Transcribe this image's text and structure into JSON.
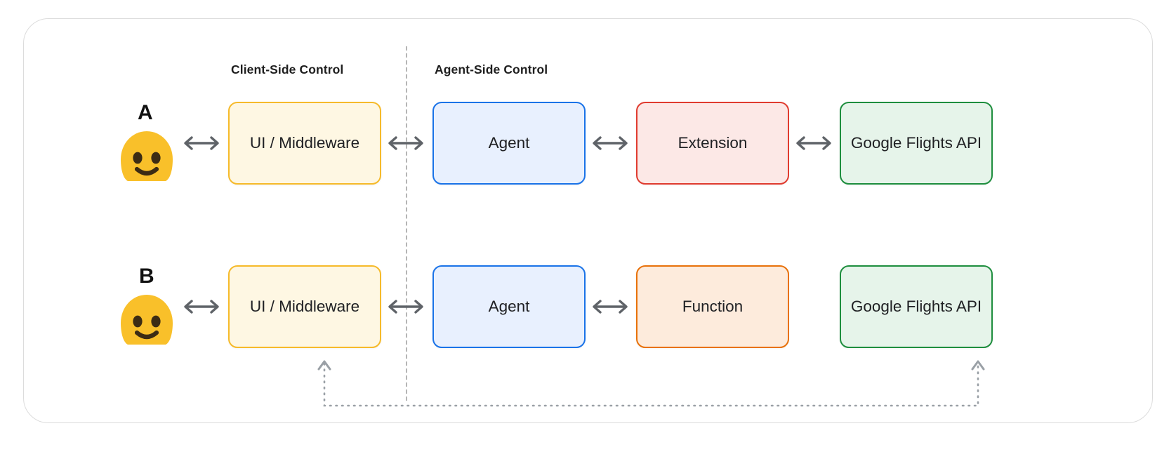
{
  "diagram": {
    "title_sections": {
      "client_side": "Client-Side Control",
      "agent_side": "Agent-Side Control"
    },
    "rows": [
      {
        "letter": "A",
        "actor_icon": "smiling-blob-face-icon",
        "nodes": [
          {
            "id": "ui-middleware-a",
            "label": "UI / Middleware",
            "color": "#f6ba2a",
            "fill": "#fef7e3"
          },
          {
            "id": "agent-a",
            "label": "Agent",
            "color": "#1a73e8",
            "fill": "#e8f0fe"
          },
          {
            "id": "extension-a",
            "label": "Extension",
            "color": "#e03b2f",
            "fill": "#fce8e6"
          },
          {
            "id": "google-flights-api-a",
            "label": "Google Flights API",
            "color": "#1e8e3e",
            "fill": "#e6f4ea"
          }
        ],
        "connectors": [
          "bidirectional",
          "bidirectional",
          "bidirectional",
          "bidirectional"
        ]
      },
      {
        "letter": "B",
        "actor_icon": "smiling-blob-face-icon",
        "nodes": [
          {
            "id": "ui-middleware-b",
            "label": "UI / Middleware",
            "color": "#f6ba2a",
            "fill": "#fef7e3"
          },
          {
            "id": "agent-b",
            "label": "Agent",
            "color": "#1a73e8",
            "fill": "#e8f0fe"
          },
          {
            "id": "function-b",
            "label": "Function",
            "color": "#e8710a",
            "fill": "#fdebdc"
          },
          {
            "id": "google-flights-api-b",
            "label": "Google Flights API",
            "color": "#1e8e3e",
            "fill": "#e6f4ea"
          }
        ],
        "connectors": [
          "bidirectional",
          "bidirectional",
          "bidirectional",
          "none"
        ],
        "return_path": {
          "style": "dotted",
          "color": "#9aa0a6",
          "from": "google-flights-api-b",
          "to": "ui-middleware-b",
          "arrowheads": "both-ends-up"
        }
      }
    ],
    "colors": {
      "frame_border": "#dcdcdc",
      "divider": "#b5b5b5",
      "arrow": "#5f6368",
      "dotted": "#9aa0a6",
      "emoji_yellow": "#f9c02a",
      "emoji_eye": "#3c2c14",
      "text": "#202124"
    }
  }
}
